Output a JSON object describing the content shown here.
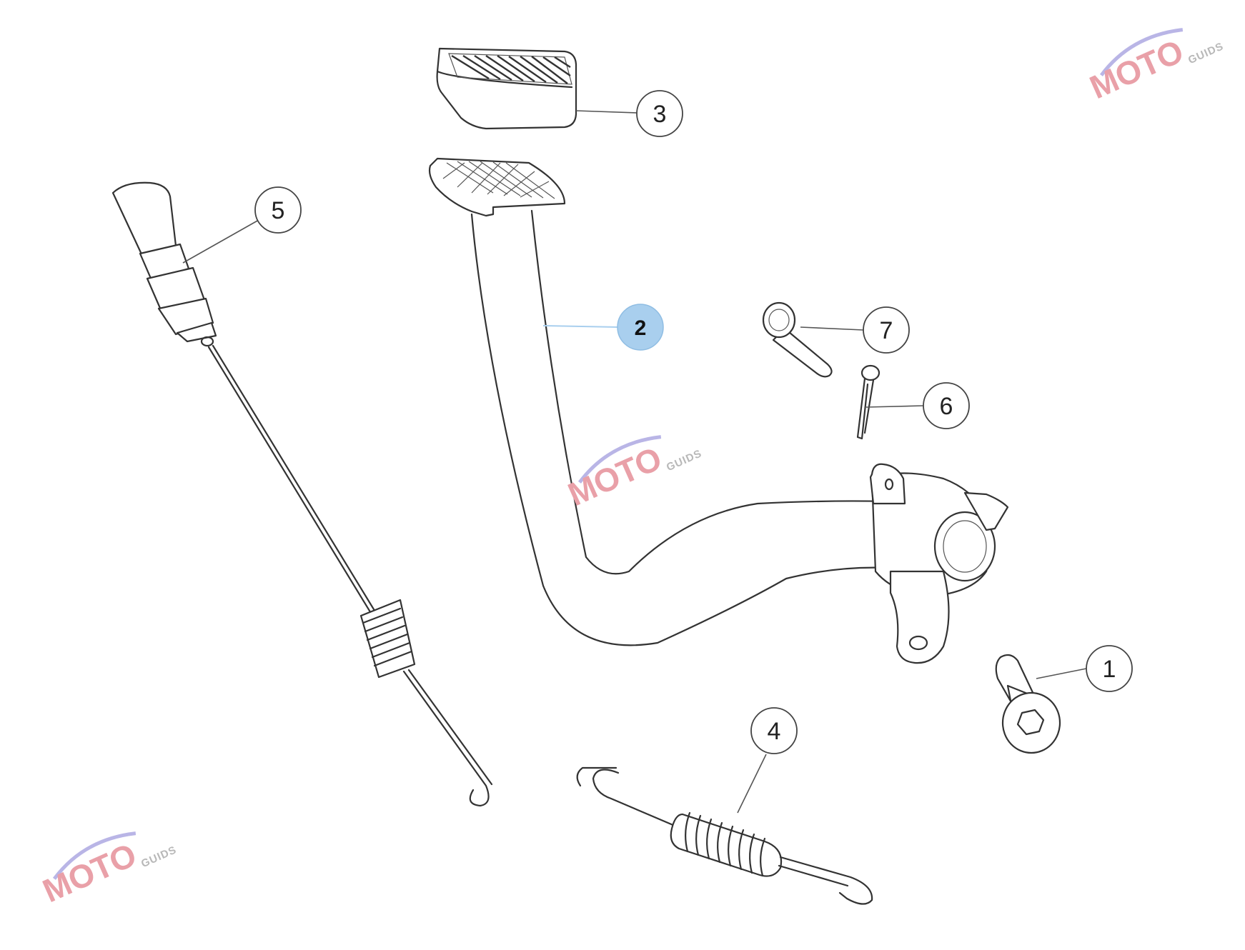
{
  "callouts": [
    {
      "id": "1",
      "label": "1",
      "highlighted": false
    },
    {
      "id": "2",
      "label": "2",
      "highlighted": true
    },
    {
      "id": "3",
      "label": "3",
      "highlighted": false
    },
    {
      "id": "4",
      "label": "4",
      "highlighted": false
    },
    {
      "id": "5",
      "label": "5",
      "highlighted": false
    },
    {
      "id": "6",
      "label": "6",
      "highlighted": false
    },
    {
      "id": "7",
      "label": "7",
      "highlighted": false
    }
  ],
  "watermark": {
    "main": "MOTO",
    "sub": "GUIDS"
  },
  "colors": {
    "highlight": "#a9cfee",
    "line": "#333333",
    "watermark": "#e9a0a8",
    "watermark_arc": "#b9b5e6"
  }
}
